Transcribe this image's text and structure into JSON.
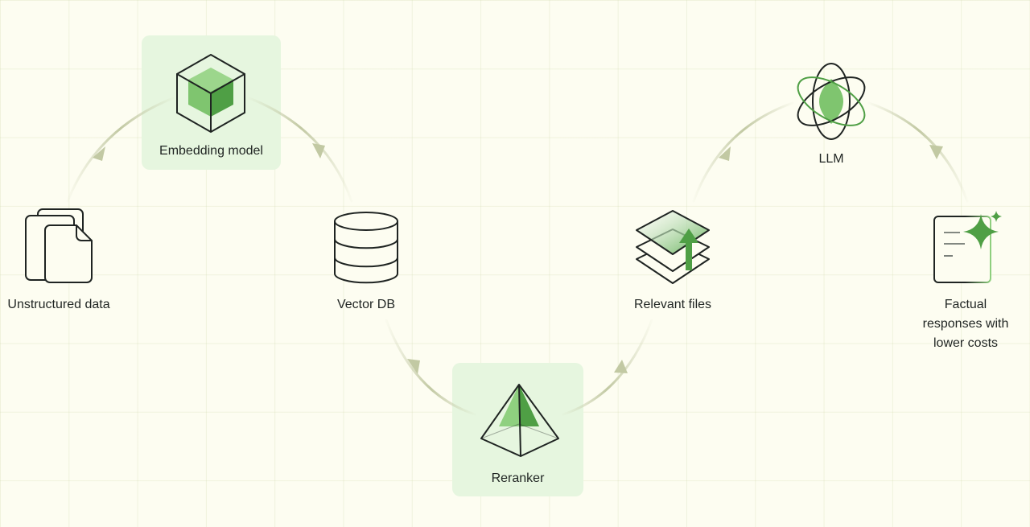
{
  "nodes": {
    "unstructured": {
      "label": "Unstructured data"
    },
    "embedding": {
      "label": "Embedding model"
    },
    "vector_db": {
      "label": "Vector DB"
    },
    "reranker": {
      "label": "Reranker"
    },
    "relevant_files": {
      "label": "Relevant files"
    },
    "llm": {
      "label": "LLM"
    },
    "factual": {
      "label": "Factual responses with lower costs"
    }
  },
  "colors": {
    "background": "#fdfdf1",
    "grid": "#e3e8c6",
    "tile": "#e6f6df",
    "green_light": "#8fd07f",
    "green_dark": "#4f9f45",
    "stroke": "#1f2422",
    "arrow": "#c9cfae"
  },
  "icons": {
    "unstructured": "documents-icon",
    "embedding": "cube-icon",
    "vector_db": "database-icon",
    "reranker": "pyramid-icon",
    "relevant_files": "stacked-layers-icon",
    "llm": "atom-icon",
    "factual": "sparkle-document-icon"
  }
}
